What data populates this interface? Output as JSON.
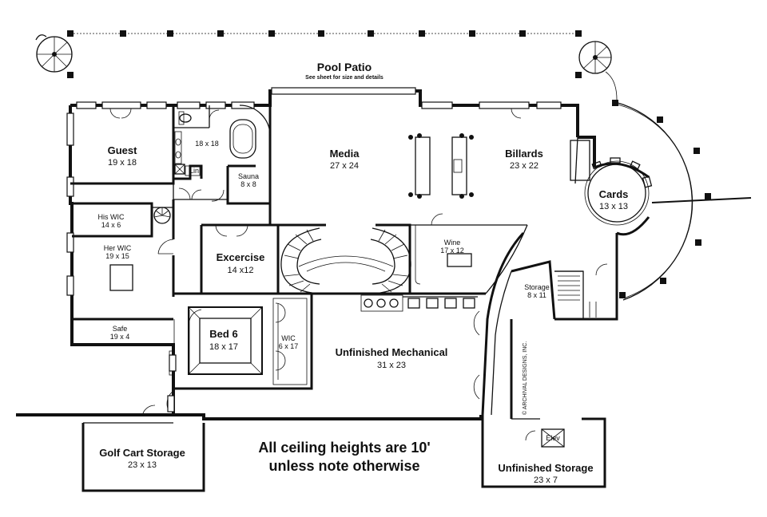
{
  "rooms": {
    "pool_patio": {
      "name": "Pool Patio",
      "note": "See sheet for size and details"
    },
    "guest": {
      "name": "Guest",
      "dim": "19 x 18"
    },
    "bath": {
      "dim": "18 x 18"
    },
    "lin": {
      "name": "Lin"
    },
    "sauna": {
      "name": "Sauna",
      "dim": "8 x 8"
    },
    "media": {
      "name": "Media",
      "dim": "27 x 24"
    },
    "billards": {
      "name": "Billards",
      "dim": "23 x 22"
    },
    "cards": {
      "name": "Cards",
      "dim": "13 x 13"
    },
    "his_wic": {
      "name": "His WIC",
      "dim": "14 x 6"
    },
    "her_wic": {
      "name": "Her WIC",
      "dim": "19 x 15"
    },
    "safe": {
      "name": "Safe",
      "dim": "19 x 4"
    },
    "exercise": {
      "name": "Excercise",
      "dim": "14 x12"
    },
    "wine": {
      "name": "Wine",
      "dim": "17 x 12"
    },
    "storage": {
      "name": "Storage",
      "dim": "8 x 11"
    },
    "bed6": {
      "name": "Bed 6",
      "dim": "18 x 17"
    },
    "wic": {
      "name": "WIC",
      "dim": "6 x 17"
    },
    "mechanical": {
      "name": "Unfinished Mechanical",
      "dim": "31 x 23"
    },
    "golf_cart": {
      "name": "Golf Cart Storage",
      "dim": "23 x 13"
    },
    "unfinished_storage": {
      "name": "Unfinished Storage",
      "dim": "23 x 7"
    },
    "elev": {
      "name": "Elev"
    }
  },
  "notes": {
    "ceiling_line1": "All ceiling heights are 10'",
    "ceiling_line2": "unless note otherwise",
    "copyright": "© ARCHIVAL DESIGNS, INC."
  }
}
